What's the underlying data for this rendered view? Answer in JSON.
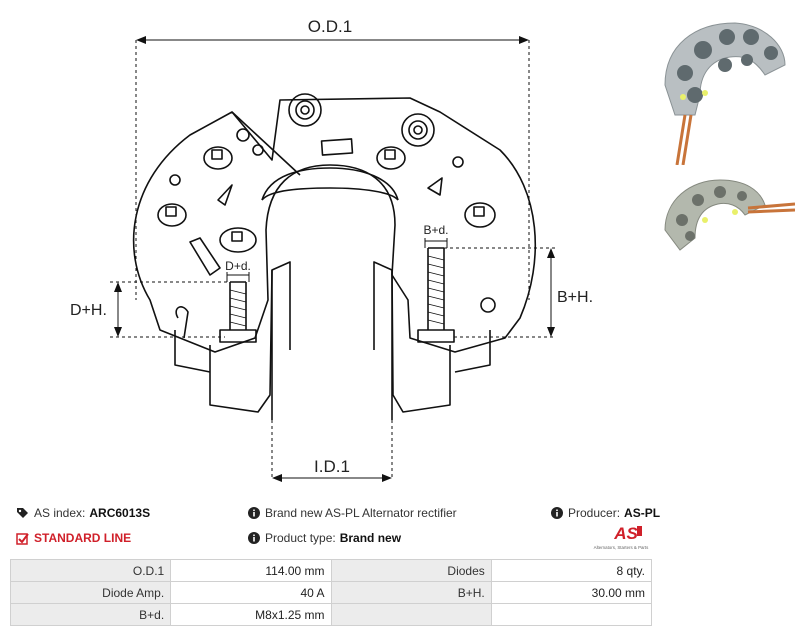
{
  "drawing": {
    "labels": {
      "od": "O.D.1",
      "id": "I.D.1",
      "dh": "D+H.",
      "bh": "B+H.",
      "dd": "D+d.",
      "bd": "B+d."
    }
  },
  "info": {
    "as_index_label": "AS index:",
    "as_index_value": "ARC6013S",
    "description": "Brand new AS-PL Alternator rectifier",
    "producer_label": "Producer:",
    "producer_value": "AS-PL",
    "standard_line": "STANDARD LINE",
    "product_type_label": "Product type:",
    "product_type_value": "Brand new",
    "logo_text": "AS",
    "logo_subtext": "Alternators, Starters & Parts"
  },
  "specs": [
    [
      "O.D.1",
      "114.00 mm",
      "Diodes",
      "8 qty."
    ],
    [
      "Diode Amp.",
      "40 A",
      "B+H.",
      "30.00 mm"
    ],
    [
      "B+d.",
      "M8x1.25 mm",
      "",
      ""
    ]
  ],
  "colors": {
    "standard_line": "#d0202a",
    "logo_red": "#d0202a",
    "copper": "#c8743a"
  }
}
